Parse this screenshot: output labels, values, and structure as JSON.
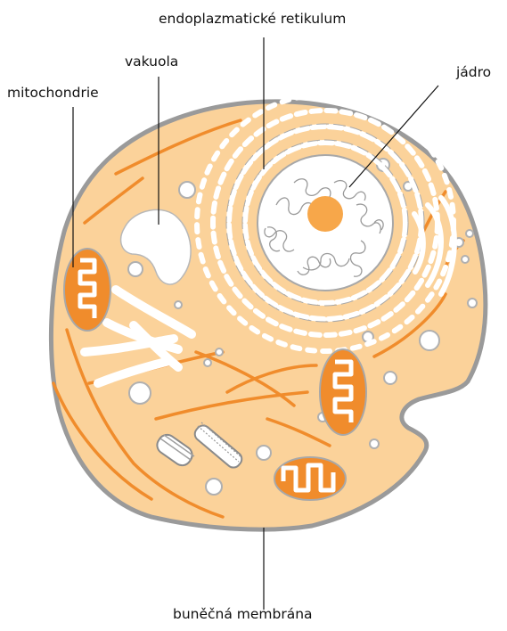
{
  "labels": {
    "er": "endoplazmatické retikulum",
    "vacuole": "vakuola",
    "nucleus": "jádro",
    "mitochondria": "mitochondrie",
    "membrane": "buněčná membrána"
  },
  "colors": {
    "cytoplasm": "#fbd29a",
    "membrane": "#9a9a9a",
    "organelle_orange": "#f08c2c",
    "nucleolus": "#f7a74a",
    "organelle_white": "#ffffff",
    "organelle_outline": "#a8a8a8",
    "leader_line": "#111111"
  }
}
